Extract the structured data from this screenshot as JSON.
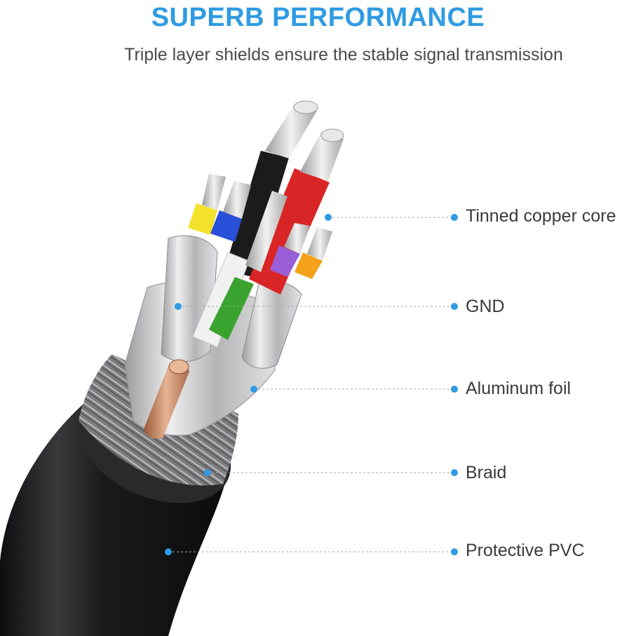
{
  "header": {
    "title": "SUPERB PERFORMANCE",
    "subtitle": "Triple layer shields ensure the stable signal transmission"
  },
  "colors": {
    "accent": "#2f9be2",
    "jacket": "#1c1c1e",
    "braid": "#8e8e8e",
    "foil": "#c9c9cb",
    "copper": "#c98a63"
  },
  "callouts": [
    {
      "id": "tinned-copper-core",
      "label": "Tinned copper core"
    },
    {
      "id": "gnd",
      "label": "GND"
    },
    {
      "id": "aluminum-foil",
      "label": "Aluminum foil"
    },
    {
      "id": "braid",
      "label": "Braid"
    },
    {
      "id": "protective-pvc",
      "label": "Protective PVC"
    }
  ]
}
